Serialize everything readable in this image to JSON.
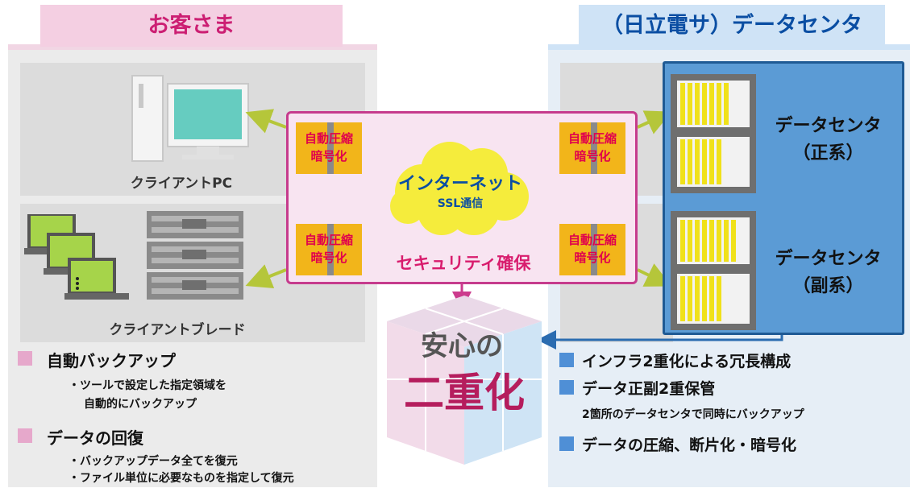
{
  "left_header": "お客さま",
  "right_header": "（日立電サ）データセンタ",
  "client_pc_label": "クライアントPC",
  "client_blade_label": "クライアントブレード",
  "badges": [
    {
      "line1": "自動圧縮",
      "line2": "暗号化"
    },
    {
      "line1": "自動圧縮",
      "line2": "暗号化"
    },
    {
      "line1": "自動圧縮",
      "line2": "暗号化"
    },
    {
      "line1": "自動圧縮",
      "line2": "暗号化"
    }
  ],
  "internet_label": "インターネット",
  "ssl_label": "SSL通信",
  "security_label": "セキュリティ確保",
  "cube_line1": "安心の",
  "cube_line2": "二重化",
  "dc_primary": {
    "line1": "データセンタ",
    "line2": "（正系）"
  },
  "dc_secondary": {
    "line1": "データセンタ",
    "line2": "（副系）"
  },
  "left_features": [
    {
      "title": "自動バックアップ",
      "details": [
        "・ツールで設定した指定領域を",
        "自動的にバックアップ"
      ]
    },
    {
      "title": "データの回復",
      "details": [
        "・バックアップデータ全てを復元",
        "・ファイル単位に必要なものを指定して復元"
      ]
    }
  ],
  "right_features": [
    {
      "title": "インフラ2重化による冗長構成",
      "details": []
    },
    {
      "title": "データ正副2重保管",
      "details": [
        "2箇所のデータセンタで同時にバックアップ"
      ]
    },
    {
      "title": "データの圧縮、断片化・暗号化",
      "details": []
    }
  ],
  "colors": {
    "pink_accent": "#cc1f73",
    "blue_accent": "#0a4ea3",
    "badge_orange": "#f2b51a",
    "datacenter_blue": "#5b9bd5"
  }
}
